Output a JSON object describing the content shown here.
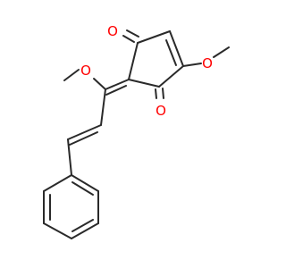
{
  "molecule": {
    "atoms": {
      "o_ketone_top": {
        "label": "O",
        "color": "#ff0000"
      },
      "o_ketone_bottom": {
        "label": "O",
        "color": "#ff0000"
      },
      "o_methoxy_ring": {
        "label": "O",
        "color": "#ff0000"
      },
      "o_methoxy_chain": {
        "label": "O",
        "color": "#ff0000"
      }
    },
    "bond_color": "#2a2a2a",
    "background": "#ffffff"
  }
}
